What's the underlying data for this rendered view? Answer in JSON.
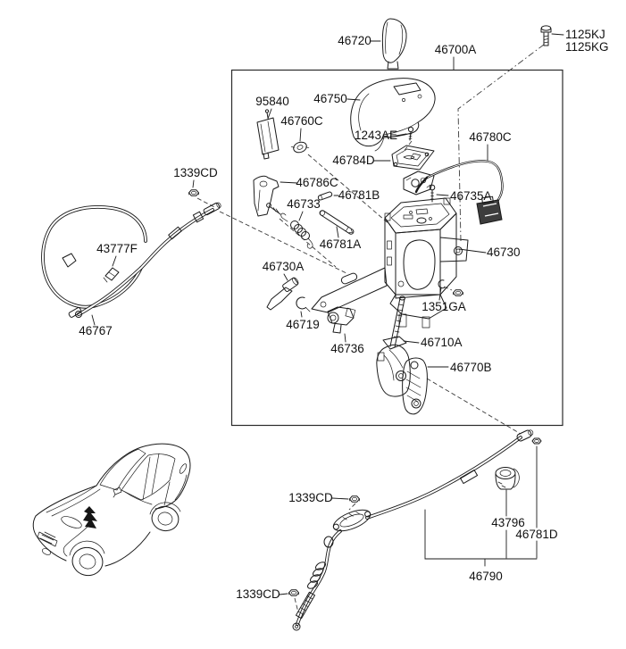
{
  "diagram": {
    "colors": {
      "line": "#1a1a1a",
      "background": "#ffffff",
      "connector_fill": "#3d3d3d"
    },
    "labels": {
      "l46720": "46720",
      "l46700A": "46700A",
      "l1125KJ": "1125KJ",
      "l1125KG": "1125KG",
      "l95840": "95840",
      "l46750": "46750",
      "l46760C": "46760C",
      "l1243AE": "1243AE",
      "l46784D": "46784D",
      "l46780C": "46780C",
      "l1339CD": "1339CD",
      "l46786C": "46786C",
      "l46781B": "46781B",
      "l46735A": "46735A",
      "l46733": "46733",
      "l43777F": "43777F",
      "l46781A": "46781A",
      "l46730": "46730",
      "l46730A": "46730A",
      "l46767": "46767",
      "l1351GA": "1351GA",
      "l46719": "46719",
      "l46710A": "46710A",
      "l46736": "46736",
      "l46770B": "46770B",
      "l43796": "43796",
      "l46781D": "46781D",
      "l46790": "46790"
    }
  }
}
